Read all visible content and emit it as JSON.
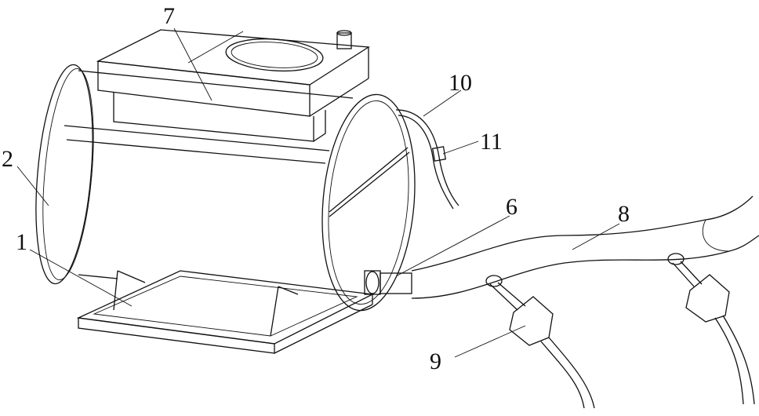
{
  "diagram": {
    "labels": [
      {
        "id": "label-7",
        "text": "7"
      },
      {
        "id": "label-10",
        "text": "10"
      },
      {
        "id": "label-11",
        "text": "11"
      },
      {
        "id": "label-2",
        "text": "2"
      },
      {
        "id": "label-6",
        "text": "6"
      },
      {
        "id": "label-8",
        "text": "8"
      },
      {
        "id": "label-1",
        "text": "1"
      },
      {
        "id": "label-9",
        "text": "9"
      }
    ],
    "colors": {
      "ink": "#111111",
      "background": "#ffffff"
    }
  }
}
